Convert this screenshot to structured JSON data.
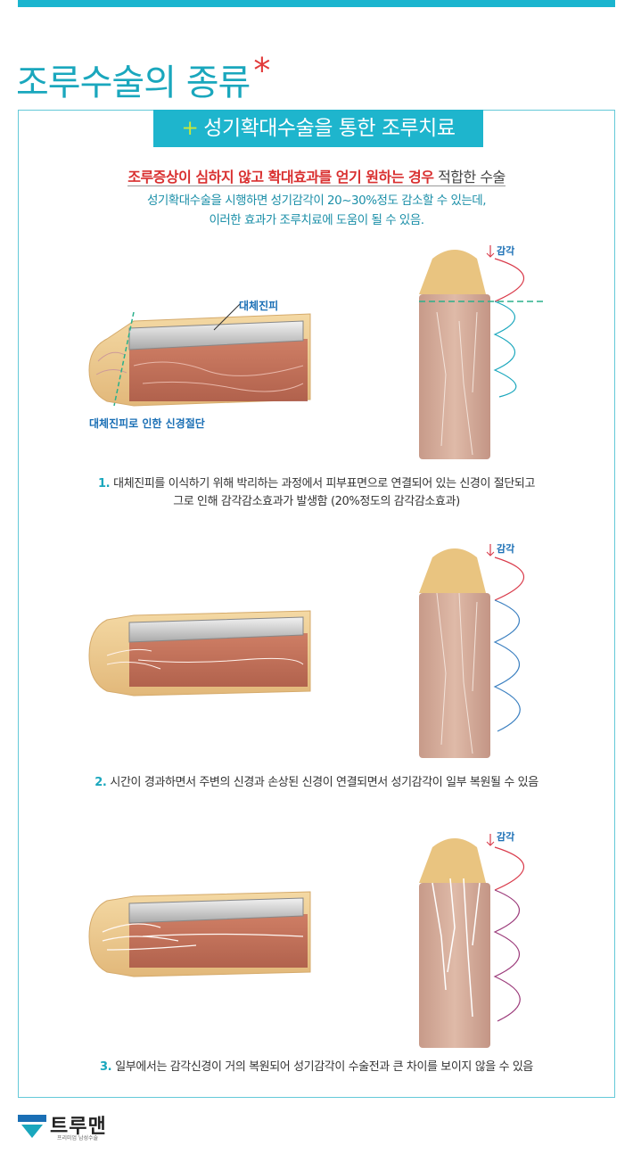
{
  "title": "조루수술의 종류",
  "title_mark": "*",
  "banner": {
    "plus": "+",
    "text": "성기확대수술을 통한 조루치료"
  },
  "headline": {
    "highlight": "조루증상이 심하지 않고 확대효과를 얻기 원하는 경우",
    "rest": " 적합한 수술"
  },
  "intro": [
    "성기확대수술을 시행하면 성기감각이 20~30%정도 감소할 수 있는데,",
    "이러한 효과가 조루치료에 도움이 될 수 있음."
  ],
  "labels": {
    "graft": "대체진피",
    "nerve_cut": "대체진피로 인한 신경절단",
    "sense": "감각"
  },
  "steps": [
    {
      "num": "1.",
      "lines": [
        "대체진피를 이식하기 위해 박리하는 과정에서 피부표면으로 연결되어 있는 신경이 절단되고",
        "그로 인해 감각감소효과가 발생함 (20%정도의 감각감소효과)"
      ]
    },
    {
      "num": "2.",
      "lines": [
        "시간이 경과하면서 주변의 신경과 손상된 신경이 연결되면서 성기감각이 일부 복원될 수 있음"
      ]
    },
    {
      "num": "3.",
      "lines": [
        "일부에서는 감각신경이 거의 복원되어 성기감각이 수술전과 큰 차이를 보이지 않을 수 있음"
      ]
    }
  ],
  "colors": {
    "accent": "#1bb5cf",
    "red": "#d93030",
    "wave_teal": "#1aa7bd",
    "wave_blue": "#3a7fc0",
    "wave_purple": "#9b3a7a"
  },
  "logo": {
    "name": "트루맨",
    "sub": "프리미엄 남성수술"
  }
}
